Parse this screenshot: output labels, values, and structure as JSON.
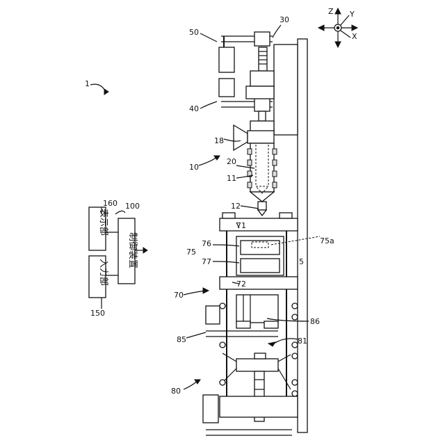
{
  "axes": {
    "z": "Z",
    "y": "Y",
    "x": "X"
  },
  "labels": {
    "l1": "1",
    "l5": "5",
    "l10": "10",
    "l11": "11",
    "l12": "12",
    "l18": "18",
    "l20": "20",
    "l30": "30",
    "l40": "40",
    "l50": "50",
    "l70": "70",
    "l71": "71",
    "l72": "72",
    "l75": "75",
    "l75a": "75a",
    "l76": "76",
    "l77": "77",
    "l80": "80",
    "l81": "81",
    "l85": "85",
    "l86": "86",
    "l100": "100",
    "l150": "150",
    "l160": "160"
  },
  "boxes": {
    "display_unit": "表示部",
    "controller": "制御装置",
    "input_unit": "入力部"
  }
}
